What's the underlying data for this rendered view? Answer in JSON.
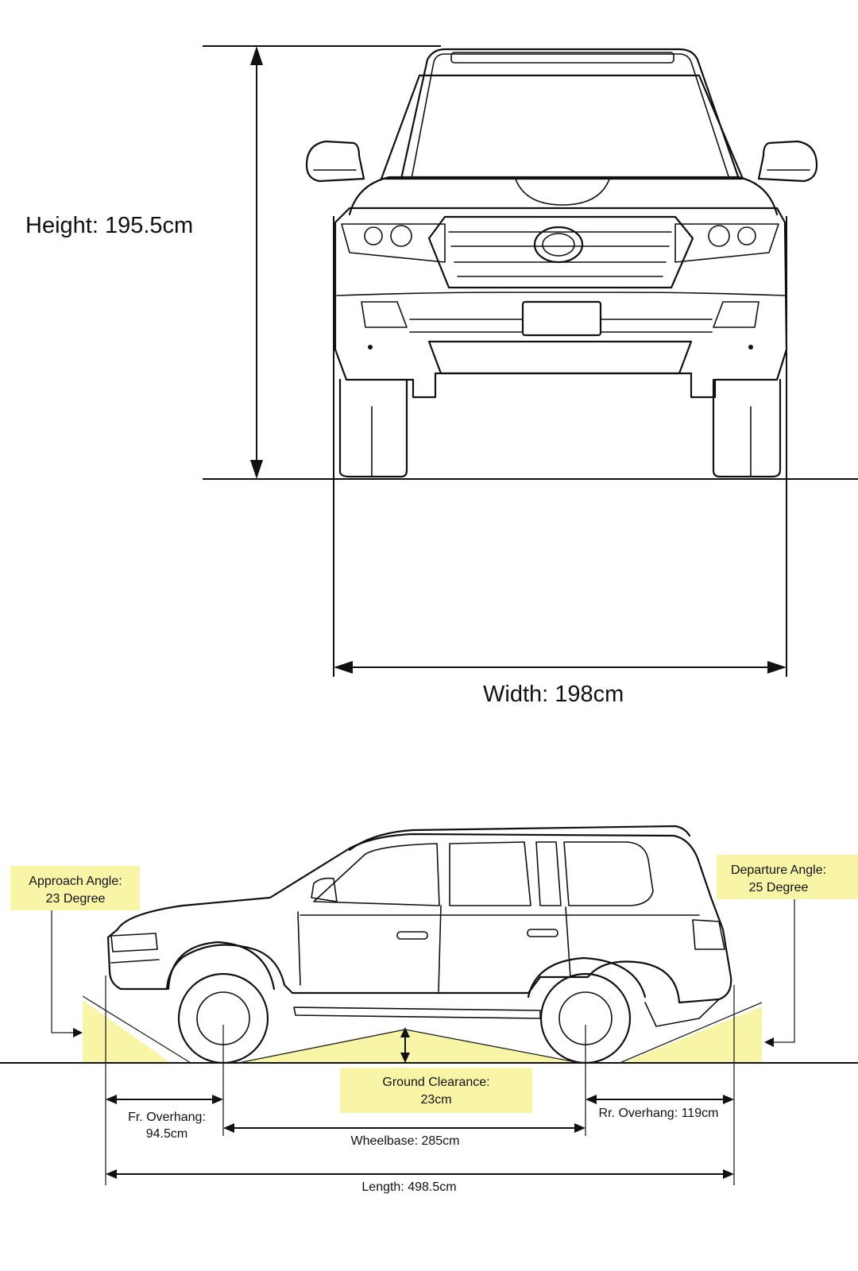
{
  "front_view": {
    "height_label": "Height: 195.5cm",
    "width_label": "Width: 198cm"
  },
  "side_view": {
    "approach_angle": {
      "line1": "Approach Angle:",
      "line2": "23 Degree"
    },
    "departure_angle": {
      "line1": "Departure Angle:",
      "line2": "25 Degree"
    },
    "ground_clearance": {
      "line1": "Ground Clearance:",
      "line2": "23cm"
    },
    "front_overhang": {
      "line1": "Fr. Overhang:",
      "line2": "94.5cm"
    },
    "rear_overhang": "Rr. Overhang: 119cm",
    "wheelbase": "Wheelbase: 285cm",
    "length": "Length: 498.5cm"
  },
  "colors": {
    "highlight": "#f8f5a6",
    "line": "#111111",
    "background": "#ffffff"
  }
}
